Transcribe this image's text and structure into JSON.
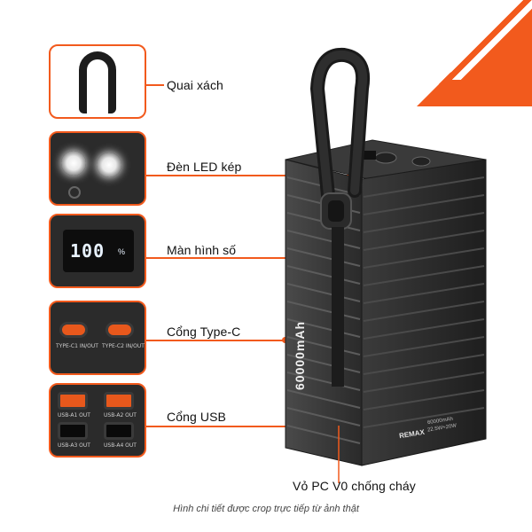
{
  "features": [
    {
      "label": "Quai xách"
    },
    {
      "label": "Đèn LED kép"
    },
    {
      "label": "Màn hình số"
    },
    {
      "label": "Cổng Type-C"
    },
    {
      "label": "Cổng USB"
    }
  ],
  "shell_label": "Vỏ PC V0 chống cháy",
  "caption": "Hình chi tiết được crop trực tiếp từ ảnh thật",
  "display_reading": "100",
  "display_unit": "%",
  "ports": {
    "c1": "TYPE-C1 IN/OUT",
    "c2": "TYPE-C2 IN/OUT",
    "a1": "USB-A1 OUT",
    "a2": "USB-A2 OUT",
    "a3": "USB-A3 OUT",
    "a4": "USB-A4 OUT"
  },
  "product": {
    "capacity_text": "60000mAh",
    "brand": "REMAX",
    "spec_line1": "60000mAh",
    "spec_line2": "22.5W+20W"
  },
  "colors": {
    "accent": "#f25a1d",
    "body": "#2d2d2d"
  }
}
